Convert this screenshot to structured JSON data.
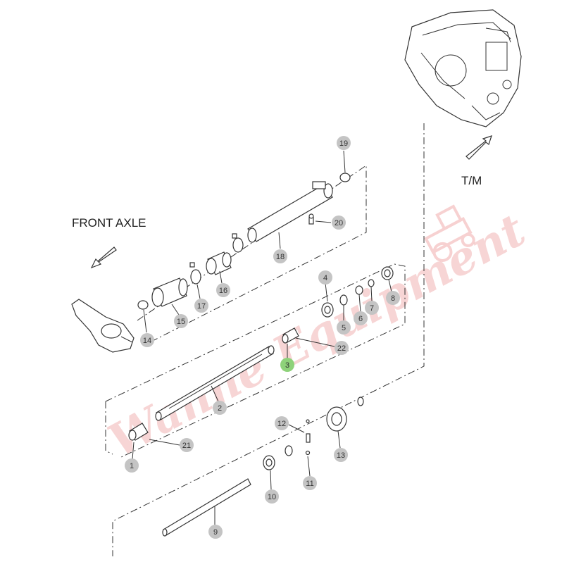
{
  "labels": {
    "front_axle": "FRONT AXLE",
    "transmission": "T/M"
  },
  "watermark": {
    "text": "Wanne Equipment"
  },
  "parts": [
    {
      "id": "p1",
      "number": "1"
    },
    {
      "id": "p2",
      "number": "2"
    },
    {
      "id": "p3",
      "number": "3",
      "highlighted": true
    },
    {
      "id": "p4",
      "number": "4"
    },
    {
      "id": "p5",
      "number": "5"
    },
    {
      "id": "p6",
      "number": "6"
    },
    {
      "id": "p7",
      "number": "7"
    },
    {
      "id": "p8",
      "number": "8"
    },
    {
      "id": "p9",
      "number": "9"
    },
    {
      "id": "p10",
      "number": "10"
    },
    {
      "id": "p11",
      "number": "11"
    },
    {
      "id": "p12",
      "number": "12"
    },
    {
      "id": "p13",
      "number": "13"
    },
    {
      "id": "p14",
      "number": "14"
    },
    {
      "id": "p15",
      "number": "15"
    },
    {
      "id": "p16",
      "number": "16"
    },
    {
      "id": "p17",
      "number": "17"
    },
    {
      "id": "p18",
      "number": "18"
    },
    {
      "id": "p19",
      "number": "19"
    },
    {
      "id": "p20",
      "number": "20"
    },
    {
      "id": "p21",
      "number": "21"
    },
    {
      "id": "p22",
      "number": "22"
    }
  ],
  "colors": {
    "badge": "#c4c4c4",
    "badge_highlight": "#8ed27a",
    "watermark": "#f2b3b3"
  }
}
